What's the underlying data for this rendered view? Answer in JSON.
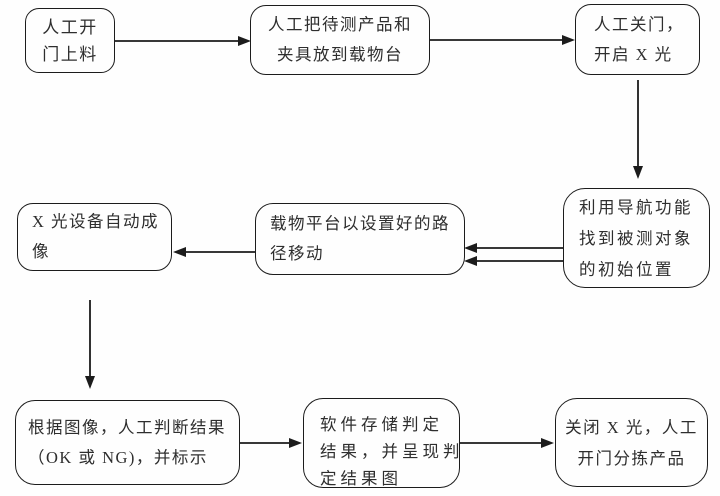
{
  "canvas": {
    "background": "#fefefe",
    "stroke_color": "#1c1c1c",
    "text_color": "#2e2e2e"
  },
  "flowchart": {
    "nodes": [
      {
        "id": "manual-open-door-load",
        "lines": [
          "人工开",
          "门上料"
        ]
      },
      {
        "id": "place-product-and-fixture",
        "lines": [
          "人工把待测产品和",
          "夹具放到载物台"
        ]
      },
      {
        "id": "close-door-start-xray",
        "lines": [
          "人工关门，",
          "开启 X 光"
        ]
      },
      {
        "id": "navigate-to-initial-position",
        "lines": [
          "利用导航功能",
          "找到被测对象",
          "的初始位置"
        ]
      },
      {
        "id": "platform-moves-along-path",
        "lines": [
          "载物平台以设置好的路",
          "径移动"
        ]
      },
      {
        "id": "xray-auto-imaging",
        "lines": [
          "X 光设备自动成",
          "像"
        ]
      },
      {
        "id": "manual-judge-and-mark",
        "lines": [
          "根据图像，人工判断结果",
          "（OK 或 NG)，并标示"
        ]
      },
      {
        "id": "software-save-and-show-result",
        "lines": [
          "软件存储判定",
          "结果，并呈现判",
          "定结果图"
        ]
      },
      {
        "id": "close-xray-sort-product",
        "lines": [
          "关闭 X 光，人工",
          "开门分拣产品"
        ]
      }
    ],
    "edges": [
      {
        "from": "manual-open-door-load",
        "to": "place-product-and-fixture",
        "arrows": 1,
        "direction": "right"
      },
      {
        "from": "place-product-and-fixture",
        "to": "close-door-start-xray",
        "arrows": 1,
        "direction": "right"
      },
      {
        "from": "close-door-start-xray",
        "to": "navigate-to-initial-position",
        "arrows": 1,
        "direction": "down"
      },
      {
        "from": "navigate-to-initial-position",
        "to": "platform-moves-along-path",
        "arrows": 2,
        "direction": "left"
      },
      {
        "from": "platform-moves-along-path",
        "to": "xray-auto-imaging",
        "arrows": 1,
        "direction": "left"
      },
      {
        "from": "xray-auto-imaging",
        "to": "manual-judge-and-mark",
        "arrows": 1,
        "direction": "down"
      },
      {
        "from": "manual-judge-and-mark",
        "to": "software-save-and-show-result",
        "arrows": 1,
        "direction": "right"
      },
      {
        "from": "software-save-and-show-result",
        "to": "close-xray-sort-product",
        "arrows": 1,
        "direction": "right"
      }
    ]
  }
}
